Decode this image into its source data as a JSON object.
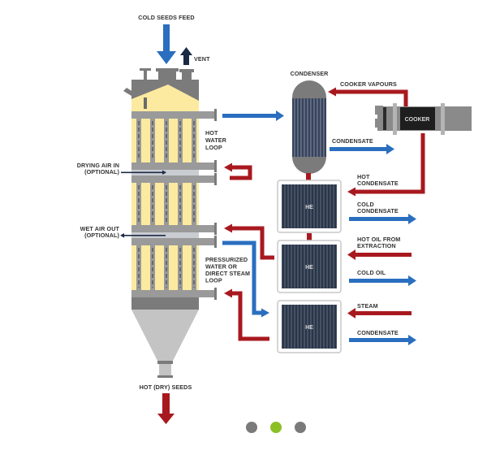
{
  "labels": {
    "cold_seeds_feed": "COLD SEEDS FEED",
    "vent": "VENT",
    "hot_water_loop": [
      "HOT",
      "WATER",
      "LOOP"
    ],
    "drying_air_in": [
      "DRYING AIR IN",
      "(OPTIONAL)"
    ],
    "wet_air_out": [
      "WET AIR OUT",
      "(OPTIONAL)"
    ],
    "pressurized_loop": [
      "PRESSURIZED",
      "WATER OR",
      "DIRECT STEAM",
      "LOOP"
    ],
    "hot_dry_seeds": "HOT (DRY) SEEDS",
    "condenser": "CONDENSER",
    "cooker_vapours": "COOKER VAPOURS",
    "cooker": "COOKER",
    "condensate_1": "CONDENSATE",
    "hot_condensate": [
      "HOT",
      "CONDENSATE"
    ],
    "cold_condensate": [
      "COLD",
      "CONDENSATE"
    ],
    "hot_oil": [
      "HOT OIL FROM",
      "EXTRACTION"
    ],
    "cold_oil": "COLD OIL",
    "steam": "STEAM",
    "condensate_2": "CONDENSATE",
    "he": "HE"
  },
  "colors": {
    "hot": "#a8191f",
    "cold": "#2a6ebf",
    "vessel_grey": "#7b7b7b",
    "light_grey": "#c4c4c4",
    "seed_yellow": "#fbeaa0",
    "he_dark": "#2a3547",
    "cooker_black": "#1e1e1e",
    "navy": "#1b2a45"
  },
  "carousel": {
    "dots": [
      {
        "label": "slide-1",
        "active": false
      },
      {
        "label": "slide-2",
        "active": true
      },
      {
        "label": "slide-3",
        "active": false
      }
    ]
  }
}
